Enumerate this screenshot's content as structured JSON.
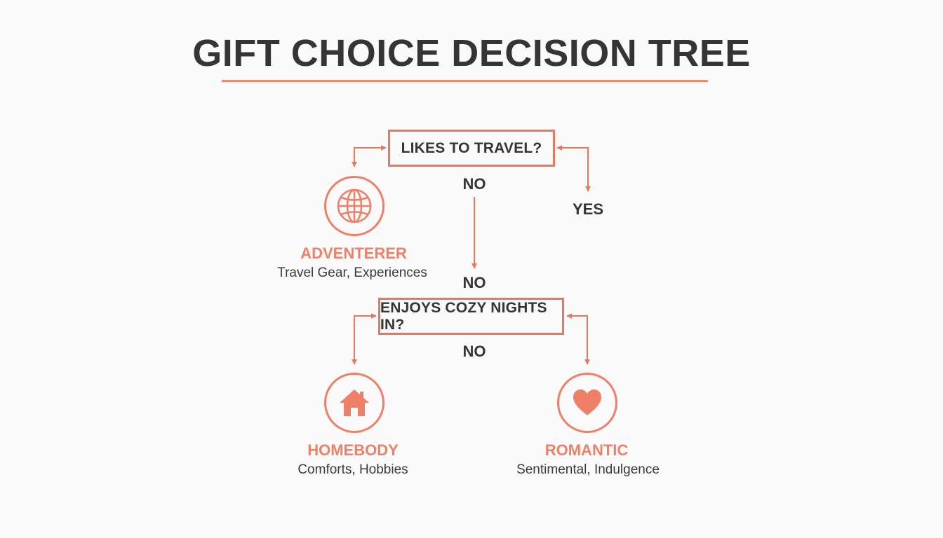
{
  "title": "GIFT CHOICE DECISION TREE",
  "colors": {
    "accent": "#e8775e",
    "text": "#353535",
    "background": "#fafafa"
  },
  "questions": [
    {
      "text": "LIKES TO TRAVEL?"
    },
    {
      "text": "ENJOYS COZY NIGHTS IN?"
    }
  ],
  "branch_labels": {
    "q1_below": "NO",
    "q1_right": "YES",
    "q2_above": "NO",
    "q2_below": "NO"
  },
  "outcomes": [
    {
      "name": "ADVENTERER",
      "description": "Travel Gear, Experiences",
      "icon": "globe-icon"
    },
    {
      "name": "HOMEBODY",
      "description": "Comforts, Hobbies",
      "icon": "house-icon"
    },
    {
      "name": "ROMANTIC",
      "description": "Sentimental, Indulgence",
      "icon": "heart-icon"
    }
  ]
}
